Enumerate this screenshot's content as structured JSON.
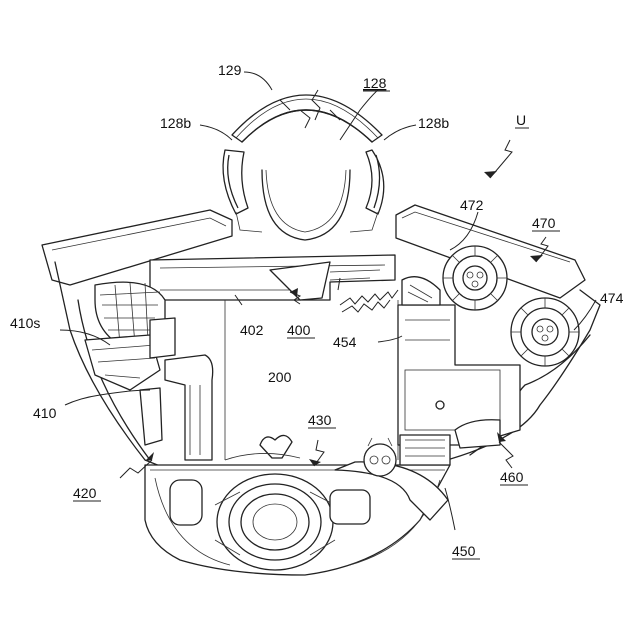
{
  "figure": {
    "labels": {
      "l129": "129",
      "l128": "128",
      "l128b_left": "128b",
      "l128b_right": "128b",
      "lU": "U",
      "l472": "472",
      "l470": "470",
      "l474": "474",
      "l410s": "410s",
      "l402": "402",
      "l400": "400",
      "l454": "454",
      "l200": "200",
      "l410": "410",
      "l430": "430",
      "l420": "420",
      "l460": "460",
      "l450": "450"
    }
  }
}
